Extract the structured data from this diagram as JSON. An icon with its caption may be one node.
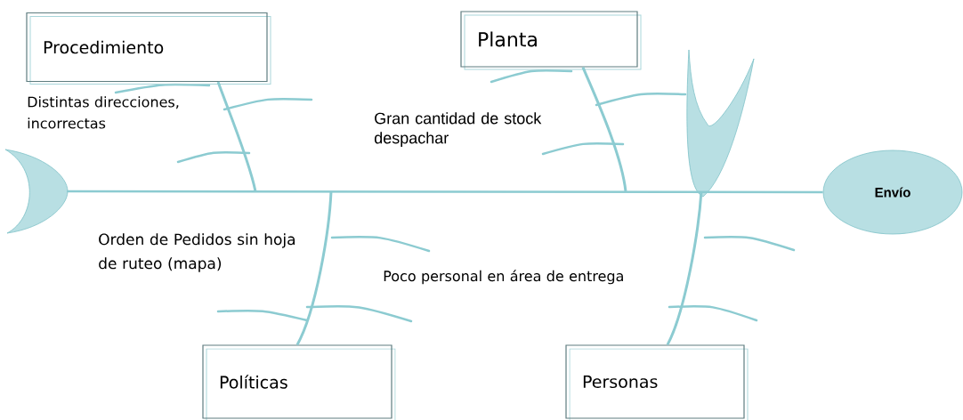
{
  "diagram": {
    "nodes": [
      {
        "text": [
          "Procedimiento"
        ]
      },
      {
        "text": [
          "Planta"
        ]
      },
      {
        "text": [],
        "shape": "crescent"
      },
      {
        "text": [
          "Envío"
        ]
      },
      {
        "text": [
          "Políticas"
        ]
      },
      {
        "text": [
          "Personas"
        ]
      }
    ],
    "edges": [
      {
        "from": 2,
        "to": 3,
        "arrow": "none"
      },
      {
        "from": 0,
        "to": null,
        "arrow": "none"
      },
      {
        "from": 1,
        "to": null,
        "arrow": "none"
      },
      {
        "from": 4,
        "to": null,
        "arrow": "none"
      },
      {
        "from": 5,
        "to": null,
        "arrow": "none"
      }
    ],
    "labels": [
      "Distintas direcciones, incorrectas",
      "Gran cantidad de stock despachar",
      "Orden de Pedidos sin hoja de ruteo (mapa)",
      "Poco personal en área de entrega"
    ]
  }
}
